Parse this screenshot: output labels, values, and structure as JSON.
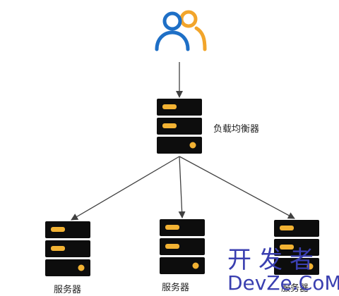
{
  "diagram": {
    "nodes": {
      "users": {
        "icon": "users-icon"
      },
      "load_balancer": {
        "icon": "server-icon",
        "label": "负载均衡器"
      },
      "server_1": {
        "icon": "server-icon",
        "label": "服务器"
      },
      "server_2": {
        "icon": "server-icon",
        "label": "服务器"
      },
      "server_3": {
        "icon": "server-icon",
        "label": "服务器"
      }
    },
    "edges": [
      {
        "from": "users",
        "to": "load_balancer"
      },
      {
        "from": "load_balancer",
        "to": "server_1"
      },
      {
        "from": "load_balancer",
        "to": "server_2"
      },
      {
        "from": "load_balancer",
        "to": "server_3"
      }
    ]
  },
  "watermark": {
    "line1": "开发者",
    "line2": "DevZe.CoM"
  },
  "colors": {
    "server_body": "#0d0d0d",
    "server_slot": "#f2b233",
    "user_front": "#1e6fc6",
    "user_back": "#f2a52b",
    "edge": "#404040",
    "watermark": "#3a3fb0"
  }
}
